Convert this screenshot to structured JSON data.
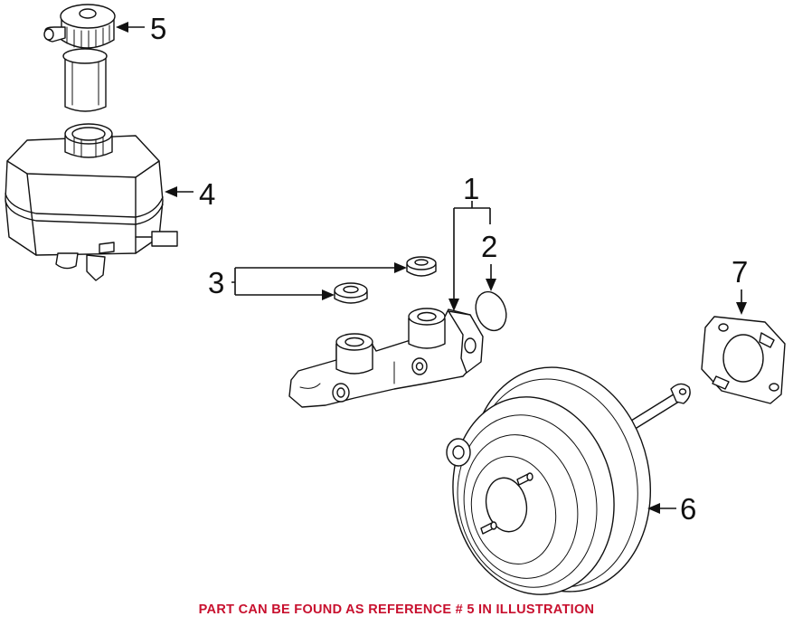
{
  "callouts": {
    "c1": "1",
    "c2": "2",
    "c3": "3",
    "c4": "4",
    "c5": "5",
    "c6": "6",
    "c7": "7"
  },
  "footer_note": "PART CAN BE FOUND AS REFERENCE # 5 IN ILLUSTRATION",
  "colors": {
    "line": "#111111",
    "note": "#c8102e",
    "background": "#ffffff"
  }
}
